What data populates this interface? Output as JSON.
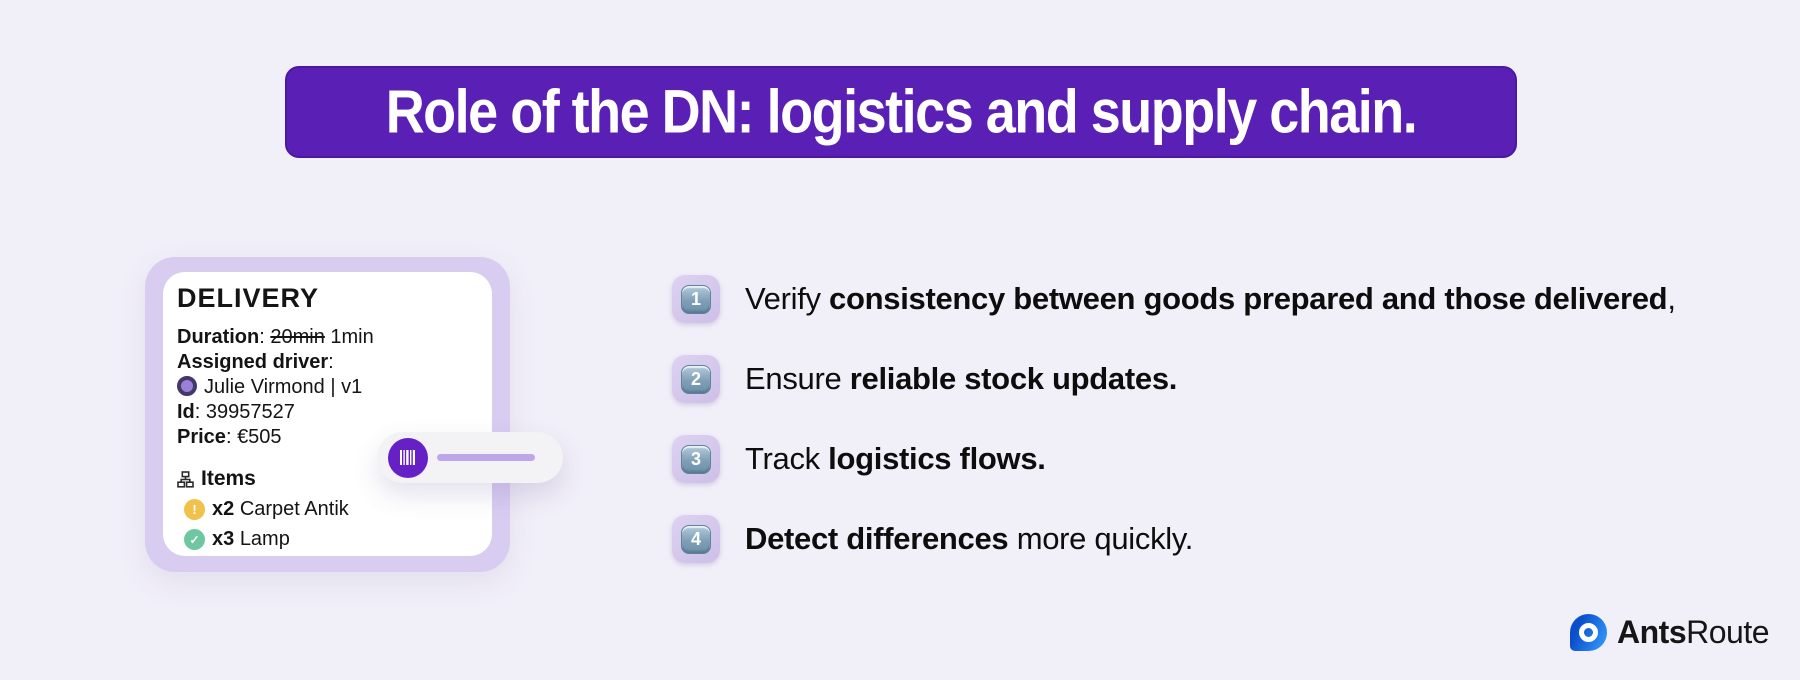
{
  "banner": {
    "title": "Role of the DN: logistics and supply chain."
  },
  "card": {
    "title": "DELIVERY",
    "colon": ":",
    "duration_label": "Duration",
    "duration_old": "20min",
    "duration_new": "1min",
    "driver_label": "Assigned driver",
    "driver_name": "Julie Virmond | v1",
    "id_label": "Id",
    "id_value": "39957527",
    "price_label": "Price",
    "price_value": "€505",
    "items_label": "Items",
    "items": [
      {
        "qty": "x2",
        "name": "Carpet Antik",
        "status": "warning"
      },
      {
        "qty": "x3",
        "name": "Lamp",
        "status": "done"
      }
    ]
  },
  "icons": {
    "warning_glyph": "!",
    "check_glyph": "✓"
  },
  "list": {
    "items": [
      {
        "number": "1",
        "pre": "Verify ",
        "strong": "consistency between goods prepared and those delivered",
        "post": ","
      },
      {
        "number": "2",
        "pre": "Ensure ",
        "strong": "reliable stock updates.",
        "post": ""
      },
      {
        "number": "3",
        "pre": "Track ",
        "strong": "logistics flows.",
        "post": ""
      },
      {
        "number": "4",
        "pre": "",
        "strong": "Detect differences",
        "post": " more quickly."
      }
    ]
  },
  "logo": {
    "brand_bold": "Ants",
    "brand_regular": "Route"
  },
  "colors": {
    "background": "#f1eff8",
    "banner_purple": "#5a1fb4",
    "accent_purple": "#6520c6",
    "card_lavender": "#d8ccf1",
    "progress_lilac": "#bfa6e9",
    "warning_yellow": "#f0c14b",
    "success_green": "#6fc7a1",
    "keycap_blue": "#7e9fb7",
    "logo_blue": "#1565d8"
  }
}
